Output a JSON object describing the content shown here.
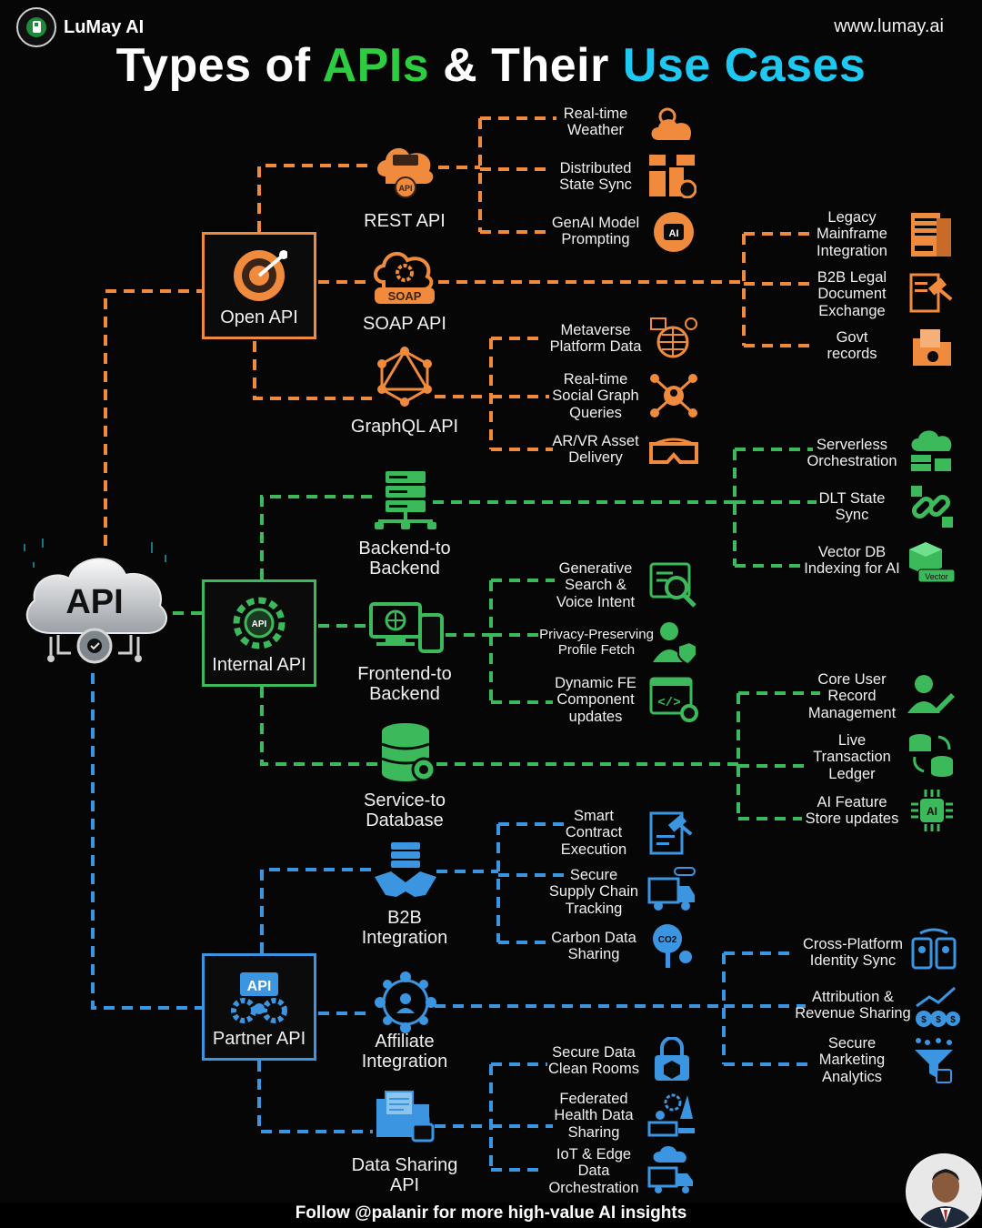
{
  "brand": {
    "name": "LuMay AI",
    "website": "www.lumay.ai"
  },
  "title": {
    "part1": "Types of ",
    "part2": "APIs",
    "part3": " & Their ",
    "part4": "Use Cases"
  },
  "colors": {
    "open": "#f08a3c",
    "internal": "#3cb95a",
    "partner": "#3b95e0",
    "title_green": "#2ecc40",
    "title_blue": "#1ec8f0"
  },
  "root": {
    "label": "API",
    "icon": "api-cloud-gear-icon"
  },
  "hubs": {
    "open": {
      "label": "Open API",
      "icon": "target-dart-icon"
    },
    "internal": {
      "label": "Internal API",
      "icon": "api-gear-icon"
    },
    "partner": {
      "label": "Partner API",
      "icon": "api-gears-icon"
    }
  },
  "open_api": {
    "rest": {
      "label": "REST API",
      "icon": "api-cloud-icon",
      "uses": [
        "Real-time\nWeather",
        "Distributed\nState Sync",
        "GenAI Model\nPrompting"
      ]
    },
    "soap": {
      "label": "SOAP API",
      "badge": "SOAP",
      "icon": "cloud-gear-icon",
      "uses": [
        "Legacy\nMainframe\nIntegration",
        "B2B Legal\nDocument\nExchange",
        "Govt\nrecords"
      ]
    },
    "graphql": {
      "label": "GraphQL API",
      "icon": "graphql-icon",
      "uses": [
        "Metaverse\nPlatform Data",
        "Real-time\nSocial Graph\nQueries",
        "AR/VR Asset\nDelivery"
      ]
    }
  },
  "internal_api": {
    "b2b": {
      "label": "Backend-to\nBackend",
      "icon": "server-rack-icon",
      "uses": [
        "Serverless\nOrchestration",
        "DLT State\nSync",
        "Vector DB\nIndexing for AI"
      ],
      "vector_badge": "Vector"
    },
    "f2b": {
      "label": "Frontend-to\nBackend",
      "icon": "devices-icon",
      "uses": [
        "Generative\nSearch &\nVoice Intent",
        "Privacy-Preserving\nProfile Fetch",
        "Dynamic FE\nComponent\nupdates"
      ]
    },
    "s2d": {
      "label": "Service-to\nDatabase",
      "icon": "database-gear-icon",
      "uses": [
        "Core User\nRecord\nManagement",
        "Live\nTransaction\nLedger",
        "AI Feature\nStore updates"
      ]
    }
  },
  "partner_api": {
    "b2b": {
      "label": "B2B\nIntegration",
      "icon": "handshake-icon",
      "uses": [
        "Smart\nContract\nExecution",
        "Secure\nSupply Chain\nTracking",
        "Carbon Data\nSharing"
      ]
    },
    "affiliate": {
      "label": "Affiliate\nIntegration",
      "icon": "network-people-icon",
      "uses": [
        "Cross-Platform\nIdentity Sync",
        "Attribution &\nRevenue Sharing",
        "Secure\nMarketing\nAnalytics"
      ]
    },
    "sharing": {
      "label": "Data Sharing\nAPI",
      "icon": "folder-lock-icon",
      "uses": [
        "Secure Data\nClean Rooms",
        "Federated\nHealth Data\nSharing",
        "IoT & Edge\nData\nOrchestration"
      ]
    }
  },
  "leaf_icons": [
    "cloud-sun-icon",
    "dashboard-icon",
    "ai-brain-icon",
    "mainframe-icon",
    "gavel-document-icon",
    "document-folder-icon",
    "globe-screen-icon",
    "social-graph-icon",
    "vr-goggles-icon",
    "cloud-server-icon",
    "chain-link-icon",
    "vector-cube-icon",
    "search-screen-icon",
    "user-shield-icon",
    "code-window-icon",
    "user-edit-icon",
    "database-sync-icon",
    "ai-chip-icon",
    "contract-gavel-icon",
    "truck-chain-icon",
    "co2-tree-icon",
    "identity-sync-icon",
    "revenue-chart-icon",
    "funnel-lock-icon",
    "lock-box-icon",
    "health-lab-icon",
    "iot-truck-icon"
  ],
  "footer": "Follow @palanir for more high-value AI insights"
}
